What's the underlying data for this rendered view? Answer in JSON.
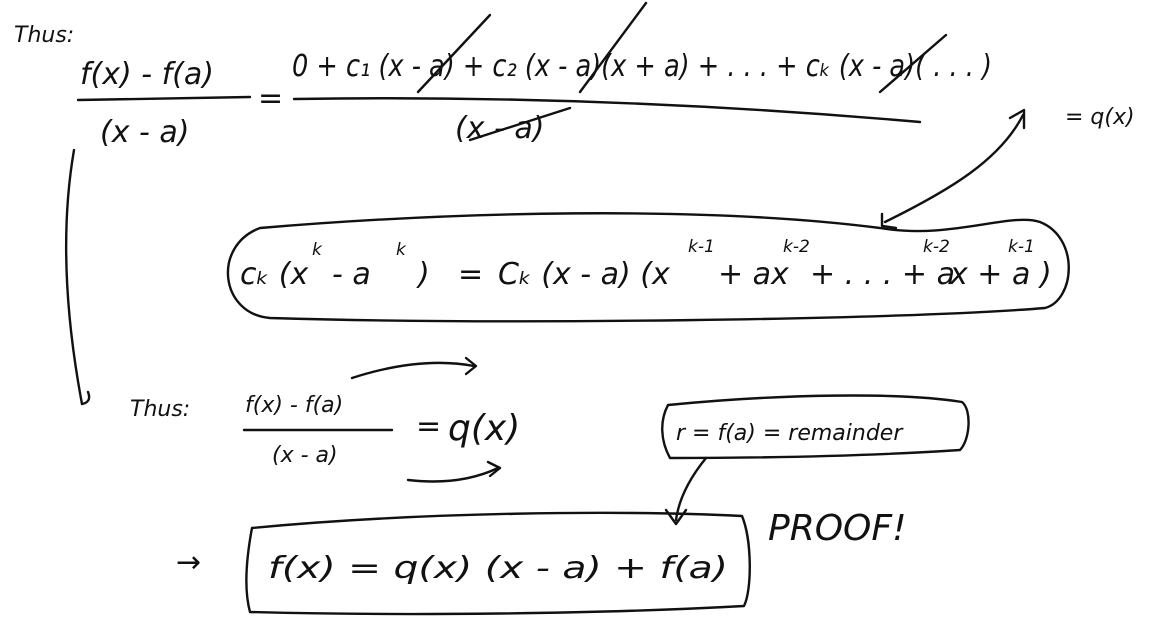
{
  "label_thus_1": "Thus:",
  "label_thus_2": "Thus:",
  "eq1": {
    "lhs_num": "f(x) - f(a)",
    "lhs_den": "(x - a)",
    "eq": "=",
    "rhs_num": "0 + c₁ (x - a) + c₂ (x - a)(x + a) + . . . + cₖ (x - a)( . . . )",
    "rhs_den": "(x - a)",
    "result": "= q(x)"
  },
  "eq2": {
    "lhs": "cₖ (x",
    "lhs_exp": "k",
    "lhs_mid": "- a",
    "lhs_mid_exp": "k",
    "lhs_close": ")",
    "eq": "=",
    "rhs_a": "Cₖ (x - a) (x",
    "exp_k1": "k-1",
    "rhs_b": "+ ax",
    "exp_k2": "k-2",
    "rhs_c": "+ . . . + a",
    "exp_k2b": "k-2",
    "rhs_d": "x + a",
    "exp_k1b": "k-1",
    "rhs_e": ")"
  },
  "eq3": {
    "num": "f(x) - f(a)",
    "den": "(x - a)",
    "eq": "=",
    "rhs": "q(x)"
  },
  "remainder_note": "r = f(a) = remainder",
  "proof_label": "PROOF!",
  "final": {
    "arrow": "→",
    "text": "f(x) = q(x) (x - a) + f(a)"
  }
}
